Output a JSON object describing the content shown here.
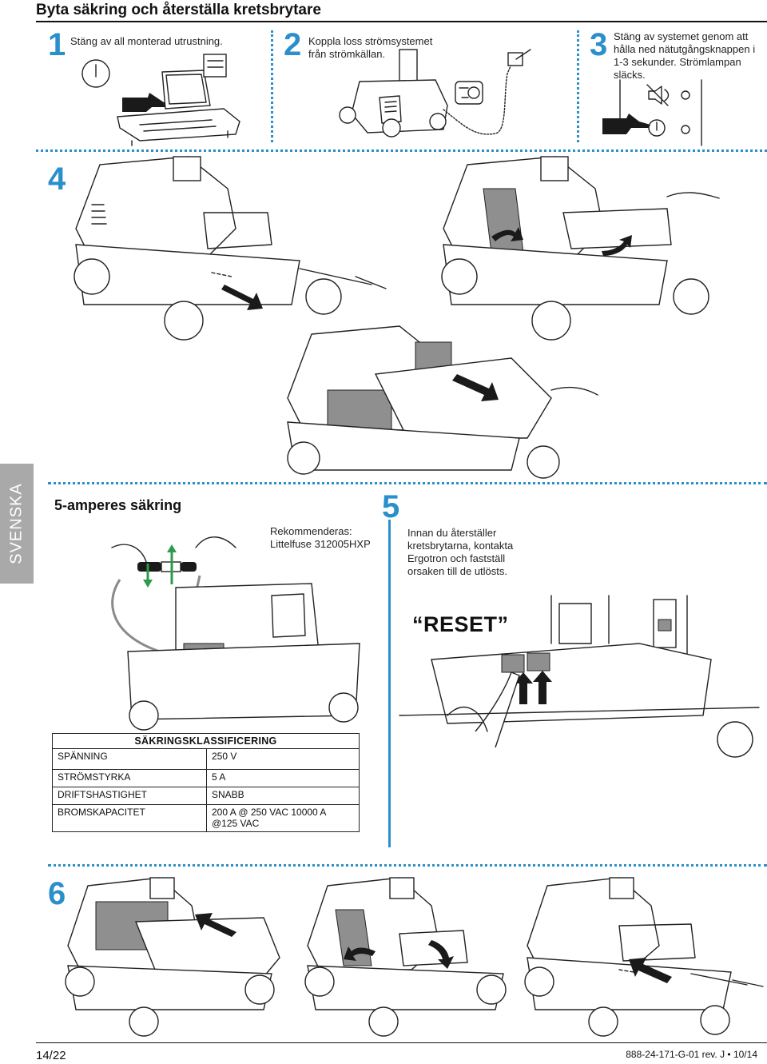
{
  "page": {
    "title": "Byta säkring och återställa kretsbrytare",
    "side_tab": "SVENSKA",
    "page_number": "14/22",
    "doc_code": "888-24-171-G-01 rev. J • 10/14"
  },
  "steps": {
    "s1": {
      "num": "1",
      "text": "Stäng av all monterad utrustning."
    },
    "s2": {
      "num": "2",
      "text": "Koppla loss strömsystemet från strömkällan."
    },
    "s3": {
      "num": "3",
      "text": "Stäng av systemet genom att hålla ned nätutgångsknappen i 1-3 sekunder. Strömlampan släcks."
    },
    "s4": {
      "num": "4"
    },
    "s5": {
      "num": "5",
      "text": "Innan du återställer kretsbrytarna, kontakta Ergotron och fastställ orsaken till de utlösts.",
      "reset_label": "“RESET”"
    },
    "s6": {
      "num": "6"
    }
  },
  "fuse": {
    "heading": "5-amperes säkring",
    "recommended": "Rekommenderas:",
    "part": "Littelfuse 312005HXP"
  },
  "rating_table": {
    "header": "SÄKRINGSKLASSIFICERING",
    "rows": [
      {
        "label": "SPÄNNING",
        "value": "250 V"
      },
      {
        "label": "STRÖMSTYRKA",
        "value": "5 A"
      },
      {
        "label": "DRIFTSHASTIGHET",
        "value": "SNABB"
      },
      {
        "label": "BROMSKAPACITET",
        "value": "200 A @ 250 VAC 10000 A @125 VAC"
      }
    ]
  },
  "colors": {
    "accent": "#2a8fcb",
    "side_tab": "#a9a9a9"
  },
  "icons": [
    "power-icon",
    "pointing-hand-icon",
    "muted-speaker-icon",
    "arrow-icon"
  ]
}
